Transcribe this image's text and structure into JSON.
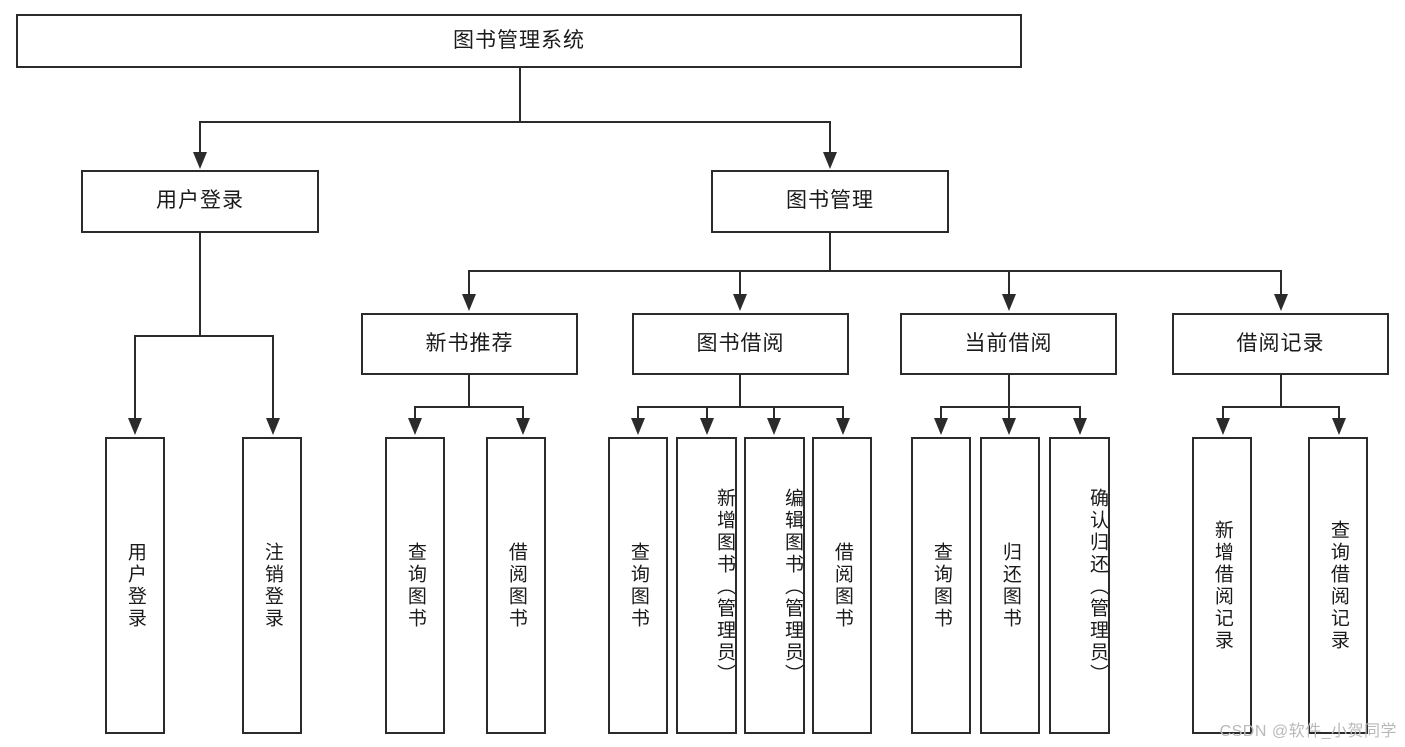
{
  "diagram": {
    "title": "图书管理系统",
    "type": "tree-hierarchy-flowchart",
    "root": {
      "label": "图书管理系统"
    },
    "level2": [
      {
        "label": "用户登录"
      },
      {
        "label": "图书管理"
      }
    ],
    "level3": [
      {
        "label": "新书推荐"
      },
      {
        "label": "图书借阅"
      },
      {
        "label": "当前借阅"
      },
      {
        "label": "借阅记录"
      }
    ],
    "leaves": {
      "user_login": [
        {
          "label": "用户登录"
        },
        {
          "label": "注销登录"
        }
      ],
      "new_book_recommend": [
        {
          "label": "查询图书"
        },
        {
          "label": "借阅图书"
        }
      ],
      "book_borrow": [
        {
          "label": "查询图书"
        },
        {
          "label": "新增图书（管理员）"
        },
        {
          "label": "编辑图书（管理员）"
        },
        {
          "label": "借阅图书"
        }
      ],
      "current_borrow": [
        {
          "label": "查询图书"
        },
        {
          "label": "归还图书"
        },
        {
          "label": "确认归还（管理员）"
        }
      ],
      "borrow_record": [
        {
          "label": "新增借阅记录"
        },
        {
          "label": "查询借阅记录"
        }
      ]
    }
  },
  "watermark": {
    "text": "CSDN @软件_小贺同学"
  },
  "colors": {
    "stroke": "#2b2b2b",
    "fill": "#ffffff",
    "text": "#1a1a1a",
    "watermark": "#b9b9b9"
  }
}
